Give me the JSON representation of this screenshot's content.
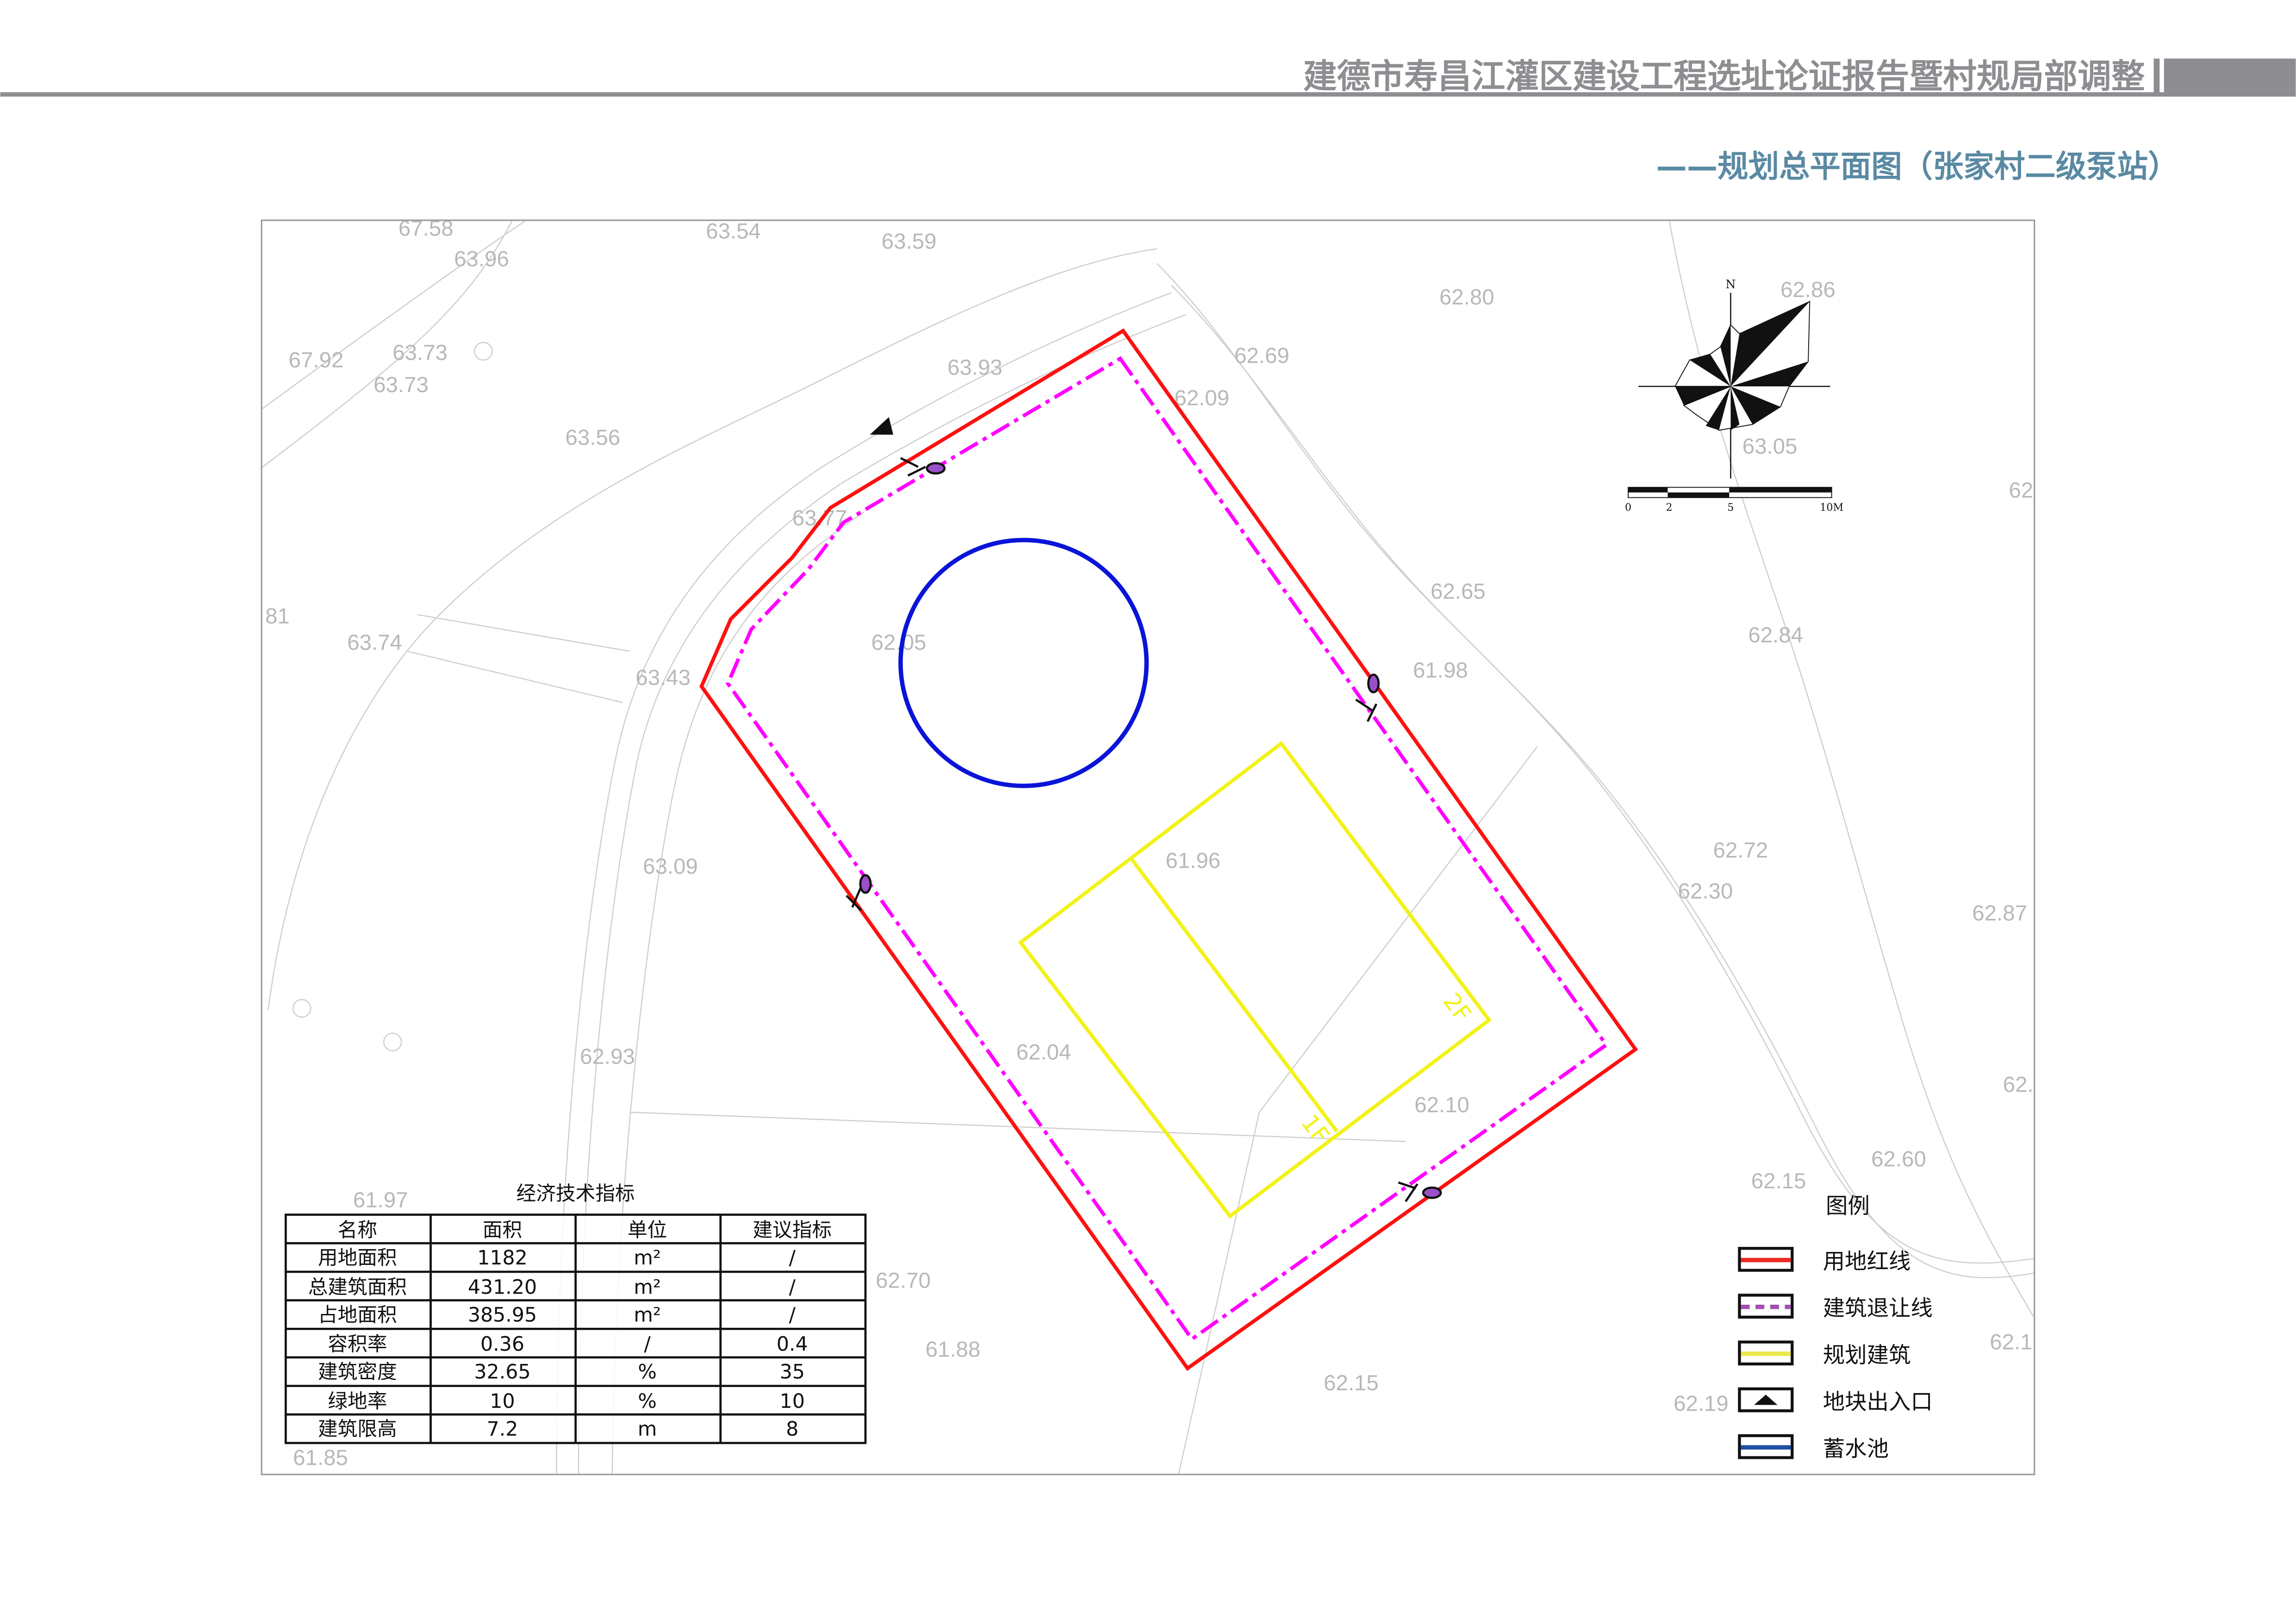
{
  "header": {
    "title": "建德市寿昌江灌区建设工程选址论证报告暨村规局部调整",
    "subtitle": "——规划总平面图（张家村二级泵站）"
  },
  "colors": {
    "header_gray": "#8e8e92",
    "subtitle_blue": "#5a8aa3",
    "site_red": "#ff1010",
    "setback_magenta": "#ff00ff",
    "building_yellow": "#f2f21a",
    "pool_blue": "#0a14d8"
  },
  "compass": {
    "north_label": "N"
  },
  "scale_bar": {
    "ticks": [
      "0",
      "2",
      "5",
      "10M"
    ]
  },
  "buildings": {
    "floor_labels": [
      "2F",
      "1F"
    ]
  },
  "elevations": [
    "67.58",
    "63.96",
    "63.54",
    "63.59",
    "67.92",
    "63.73",
    "63.73",
    "63.56",
    "63.93",
    "62.80",
    "62.69",
    "62.09",
    "62.86",
    "63.05",
    "63.77",
    "62.65",
    "62.05",
    "61.98",
    "63.74",
    "63.43",
    "62.84",
    "81",
    "62.72",
    "61.96",
    "62.30",
    "63.09",
    "62.87",
    "62.93",
    "62.04",
    "62.10",
    "62.60",
    "62.15",
    "61.97",
    "62.70",
    "61.88",
    "62.15",
    "62.19",
    "62.1",
    "62",
    "62.",
    "61.85"
  ],
  "table": {
    "title": "经济技术指标",
    "headers": [
      "名称",
      "面积",
      "单位",
      "建议指标"
    ],
    "rows": [
      [
        "用地面积",
        "1182",
        "m²",
        "/"
      ],
      [
        "总建筑面积",
        "431.20",
        "m²",
        "/"
      ],
      [
        "占地面积",
        "385.95",
        "m²",
        "/"
      ],
      [
        "容积率",
        "0.36",
        "/",
        "0.4"
      ],
      [
        "建筑密度",
        "32.65",
        "%",
        "35"
      ],
      [
        "绿地率",
        "10",
        "%",
        "10"
      ],
      [
        "建筑限高",
        "7.2",
        "m",
        "8"
      ]
    ]
  },
  "legend": {
    "title": "图例",
    "items": [
      {
        "label": "用地红线",
        "icon": "red-line"
      },
      {
        "label": "建筑退让线",
        "icon": "purple-dashed-line"
      },
      {
        "label": "规划建筑",
        "icon": "yellow-line"
      },
      {
        "label": "地块出入口",
        "icon": "black-triangle"
      },
      {
        "label": "蓄水池",
        "icon": "blue-line"
      }
    ]
  }
}
